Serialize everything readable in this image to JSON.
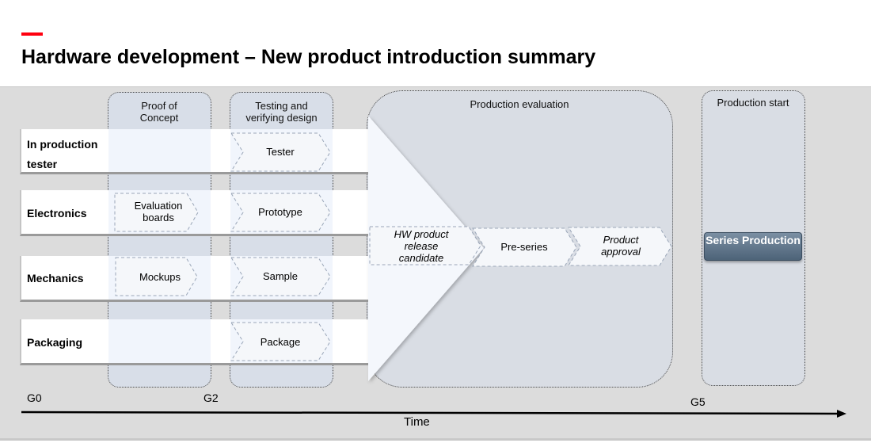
{
  "title": "Hardware development – New product introduction summary",
  "phases": {
    "proof": "Proof of Concept",
    "testing": "Testing and verifying design",
    "evaluation": "Production evaluation",
    "start": "Production start"
  },
  "rows": [
    "In production tester",
    "Electronics",
    "Mechanics",
    "Packaging"
  ],
  "steps": {
    "evaluation_boards": "Evaluation boards",
    "mockups": "Mockups",
    "tester": "Tester",
    "prototype": "Prototype",
    "sample": "Sample",
    "package": "Package",
    "hw_release": "HW product release candidate",
    "pre_series": "Pre-series",
    "product_approval": "Product approval",
    "series_production": "Series Production"
  },
  "gates": [
    "G0",
    "G2",
    "G5"
  ],
  "axis_label": "Time",
  "colors": {
    "accent": "#ff000f",
    "series_button": "#5a7085",
    "background": "#dcdcdc"
  }
}
